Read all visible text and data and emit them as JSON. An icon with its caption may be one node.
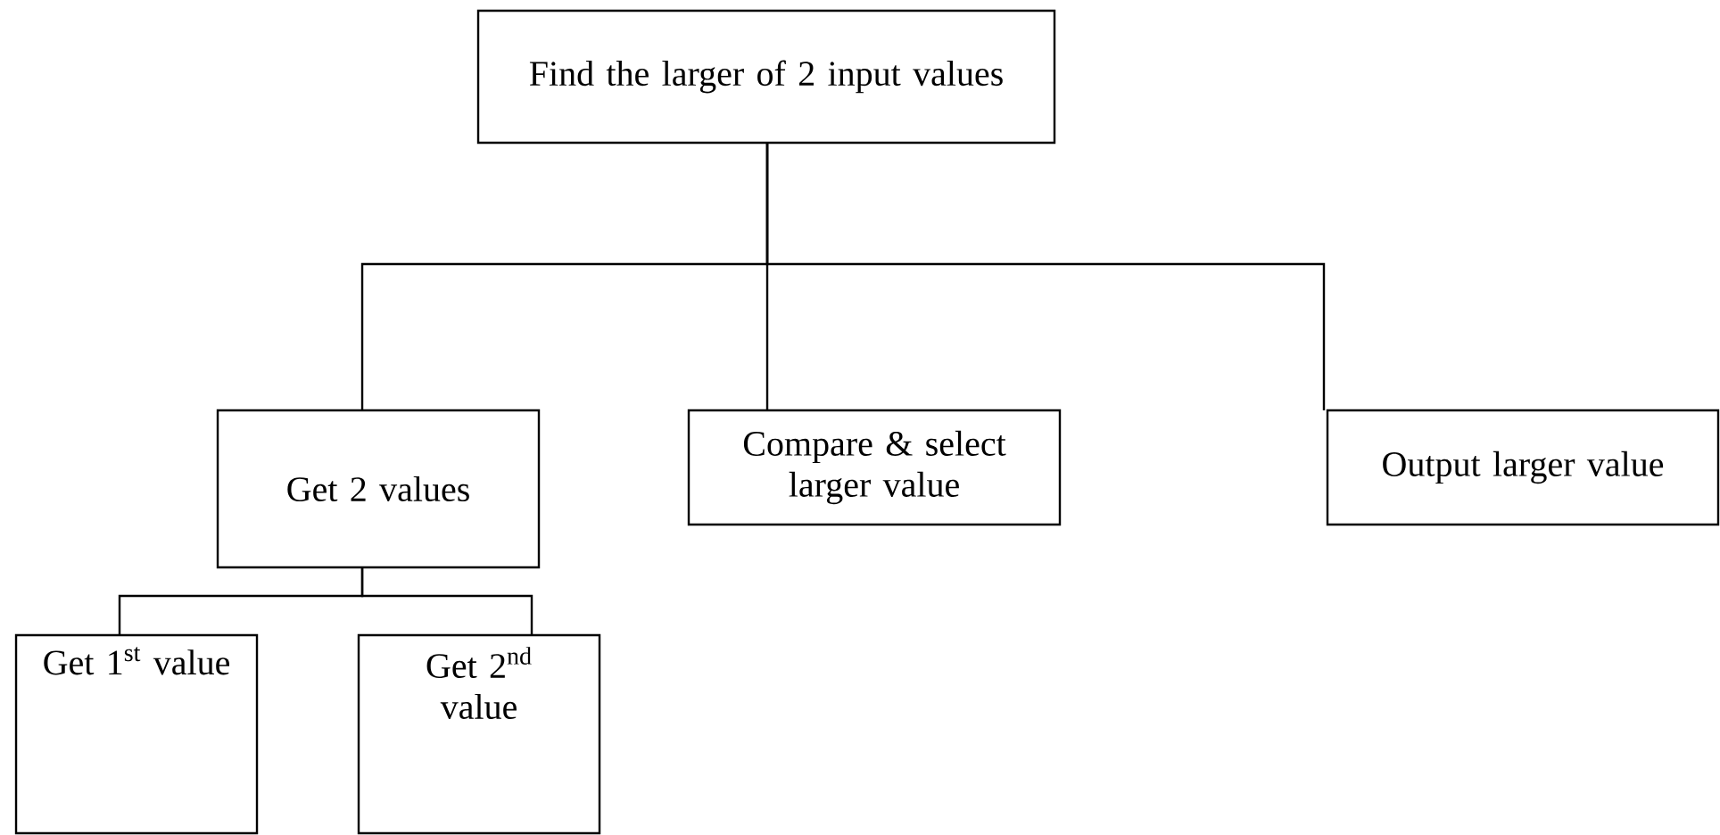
{
  "diagram": {
    "nodes": [
      {
        "text": [
          "Find the larger of 2 input values"
        ]
      },
      {
        "text": [
          "Get 2 values"
        ]
      },
      {
        "text": [
          "Compare & select larger value"
        ]
      },
      {
        "text": [
          "Output larger value"
        ]
      },
      {
        "text": [
          "Get 1$^{st}$ value"
        ]
      },
      {
        "text": [
          "Get 2$^{nd}$ value"
        ]
      }
    ],
    "edges": [
      {
        "from": 0,
        "to": 1,
        "arrow": "none"
      },
      {
        "from": 0,
        "to": 2,
        "arrow": "none"
      },
      {
        "from": 0,
        "to": 3,
        "arrow": "none"
      },
      {
        "from": 1,
        "to": 4,
        "arrow": "none"
      },
      {
        "from": 1,
        "to": 5,
        "arrow": "none"
      }
    ]
  }
}
